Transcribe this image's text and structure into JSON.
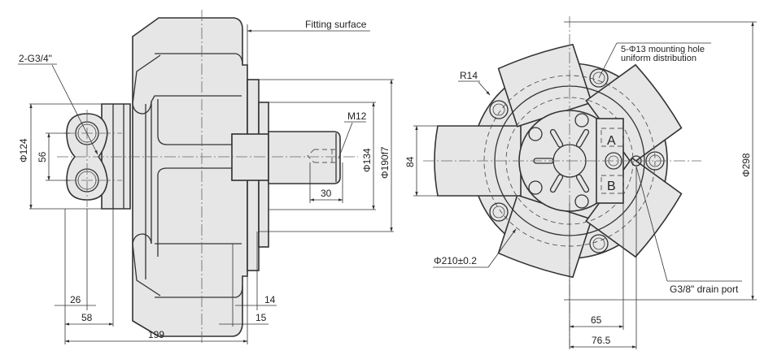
{
  "title": "Hydraulic radial piston motor installation drawing",
  "side_view": {
    "labels": {
      "fitting_surface": "Fitting surface",
      "port_thread": "2-G3/4\"",
      "shaft_thread": "M12"
    },
    "dimensions": {
      "port_body_diameter": "Φ124",
      "port_spacing": "56",
      "shaft_diameter": "Φ134",
      "pilot_diameter": "Φ190f7",
      "thread_depth": "30",
      "port_offset": "26",
      "rear_length": "58",
      "overall_length": "199",
      "flange_to_face": "14",
      "flange_thickness": "15"
    }
  },
  "end_view": {
    "labels": {
      "mounting_holes_line1": "5-Φ13 mounting hole",
      "mounting_holes_line2": "uniform distribution",
      "corner_radius": "R14",
      "bolt_circle": "Φ210±0.2",
      "drain_port": "G3/8\" drain port",
      "port_a": "A",
      "port_b": "B"
    },
    "dimensions": {
      "outer_diameter": "Φ298",
      "port_block_height": "84",
      "port_a_offset": "65",
      "drain_offset": "76.5"
    }
  },
  "colors": {
    "fill": "#e6e6e6",
    "line": "#333333",
    "background": "#ffffff"
  }
}
